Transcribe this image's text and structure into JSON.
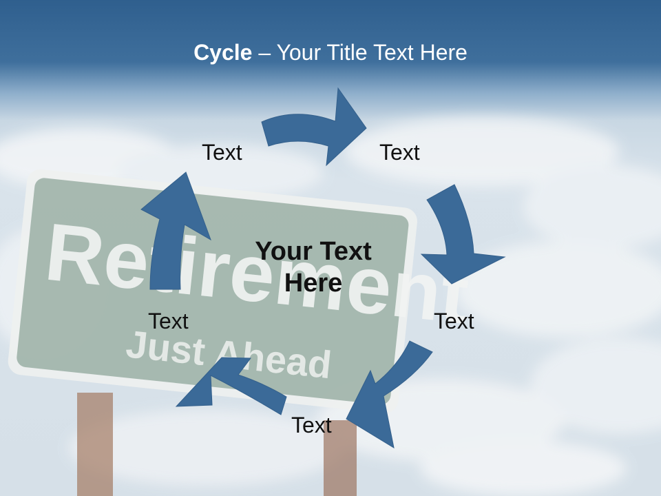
{
  "title": {
    "bold": "Cycle",
    "rest": " – Your Title Text Here"
  },
  "sign": {
    "line1": "Retirement",
    "line2": "Just Ahead"
  },
  "center_text": "Your Text Here",
  "cycle_labels": [
    "Text",
    "Text",
    "Text",
    "Text",
    "Text"
  ],
  "colors": {
    "arrow": "#3b6a98",
    "header": "#2f5f8e",
    "sign": "#9fb3a8"
  },
  "icons": [
    "curved-arrow-icon"
  ]
}
